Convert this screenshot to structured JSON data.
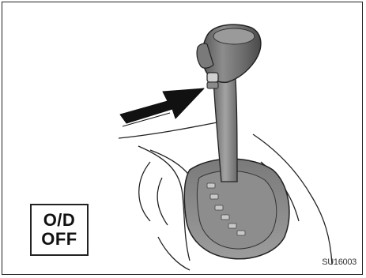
{
  "indicator": {
    "line1": "O/D",
    "line2": "OFF"
  },
  "figure_code": "SU16003",
  "icons": {
    "pointer_arrow": "arrow-right-icon",
    "shift_lever": "shift-lever-icon",
    "od_switch": "overdrive-switch-button"
  },
  "colors": {
    "ink": "#111111",
    "shade": "#9a9a9a",
    "light_shade": "#c8c8c8",
    "background": "#ffffff"
  }
}
